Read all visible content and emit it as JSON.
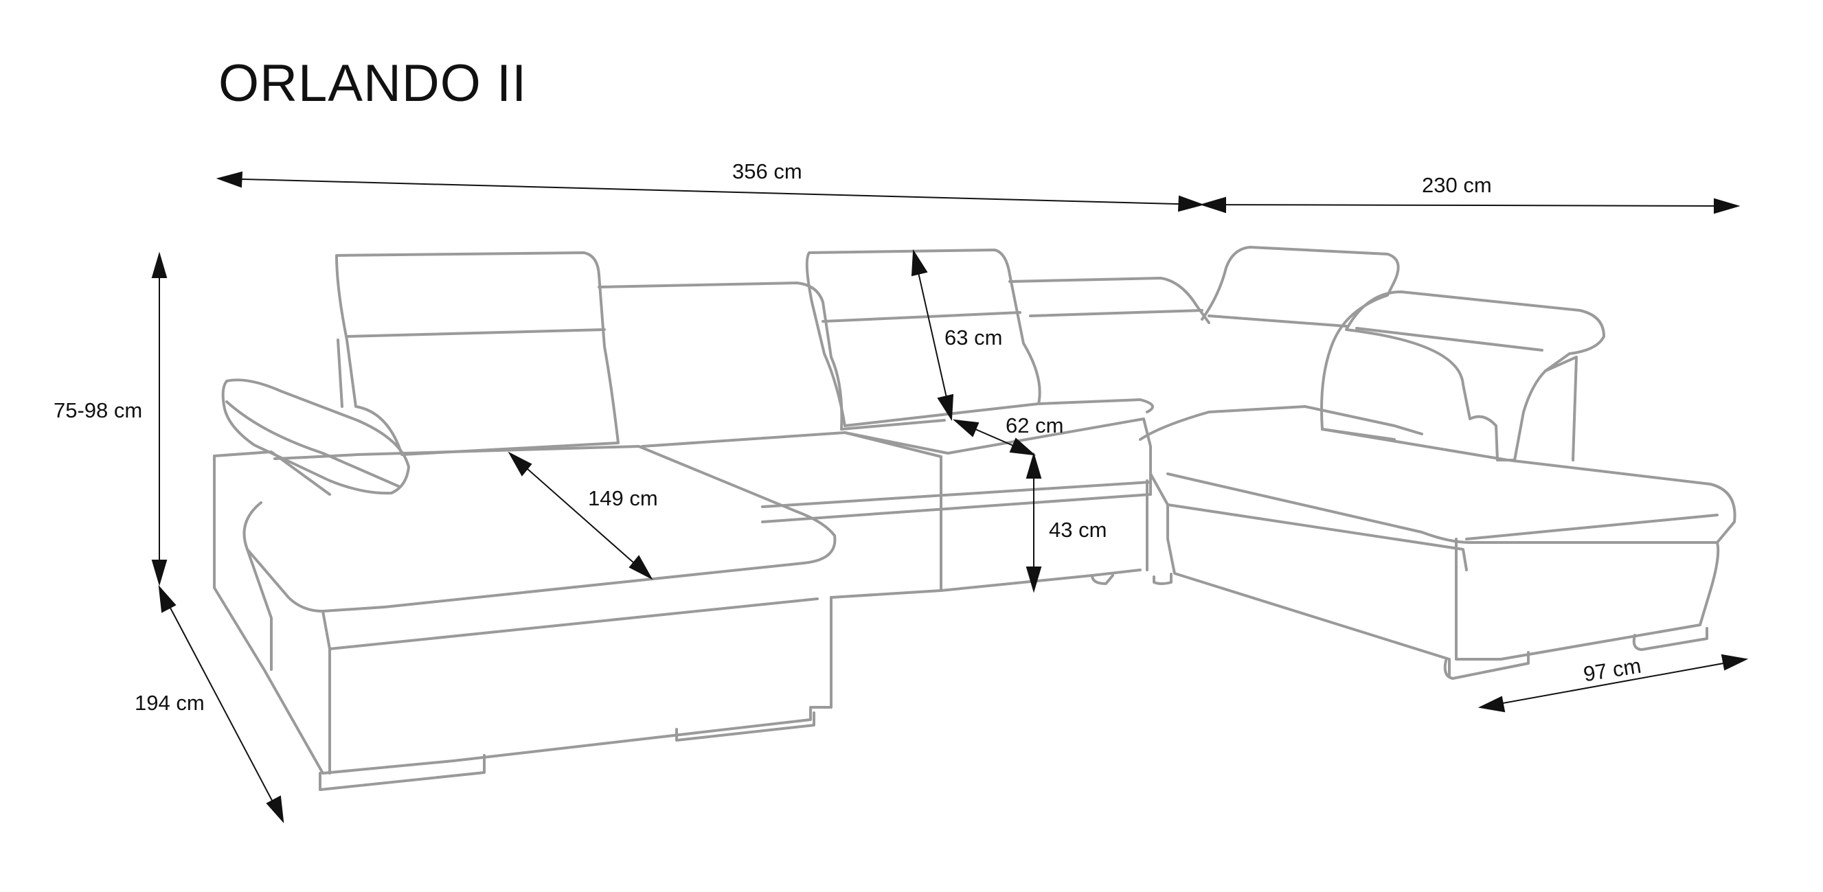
{
  "product": {
    "title": "ORLANDO II"
  },
  "dimensions": {
    "total_width": "356 cm",
    "right_width": "230 cm",
    "height": "75-98 cm",
    "depth": "194 cm",
    "backrest": "63 cm",
    "seat_depth": "62 cm",
    "seat_height": "43 cm",
    "chaise_diagonal": "149 cm",
    "right_depth": "97 cm"
  },
  "colors": {
    "outline": "#9a9a9a",
    "arrow": "#111111"
  }
}
